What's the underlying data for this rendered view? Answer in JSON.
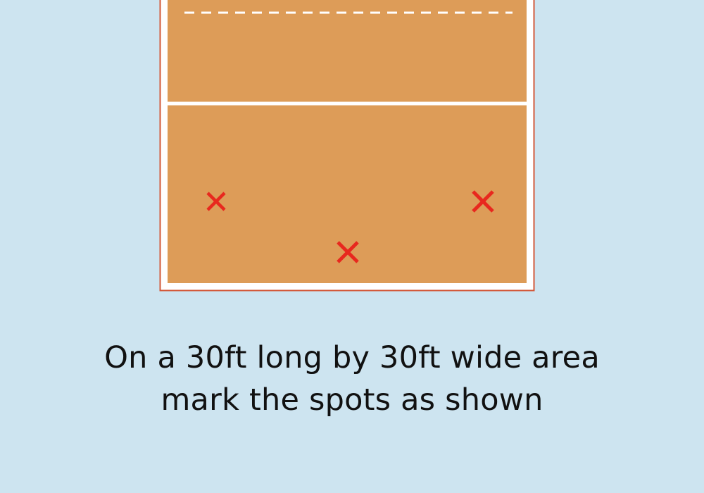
{
  "colors": {
    "background": "#cde4f0",
    "court_fill": "#dd9c58",
    "court_outline": "#d2583a",
    "court_lines": "#ffffff",
    "spot_marker": "#e8281e",
    "caption_text": "#111111"
  },
  "court": {
    "markers": [
      {
        "name": "spot-left",
        "icon": "x-mark"
      },
      {
        "name": "spot-right",
        "icon": "x-mark"
      },
      {
        "name": "spot-center",
        "icon": "x-mark"
      }
    ]
  },
  "caption": {
    "line1": "On a 30ft long by 30ft wide area",
    "line2": "mark the spots as shown"
  }
}
